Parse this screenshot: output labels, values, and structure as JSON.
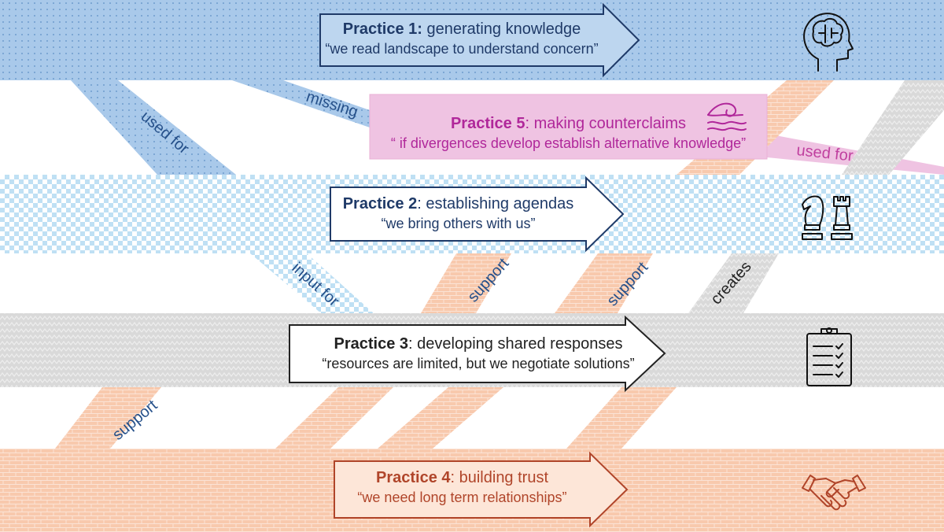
{
  "practices": [
    {
      "id": "p1",
      "title_bold": "Practice 1:",
      "title_rest": " generating knowledge",
      "quote": "“we read landscape to understand concern”",
      "icon": "brain-head-icon",
      "color": "#1f3a68"
    },
    {
      "id": "p2",
      "title_bold": "Practice 2",
      "title_rest": ": establishing agendas",
      "quote": "“we bring others with us”",
      "icon": "chess-pieces-icon",
      "color": "#1f3a68"
    },
    {
      "id": "p3",
      "title_bold": "Practice 3",
      "title_rest": ": developing shared responses",
      "quote": "“resources are limited, but we negotiate solutions”",
      "icon": "clipboard-checklist-icon",
      "color": "#222222"
    },
    {
      "id": "p4",
      "title_bold": "Practice 4",
      "title_rest": ": building trust",
      "quote": "“we need long term relationships”",
      "icon": "handshake-icon",
      "color": "#b0452a"
    },
    {
      "id": "p5",
      "title_bold": "Practice 5",
      "title_rest": ": making counterclaims",
      "quote": "“ if divergences develop establish alternative knowledge”",
      "icon": "wave-icon",
      "color": "#b0279a"
    }
  ],
  "connectors": {
    "used_for_1": "used for",
    "missing": "missing",
    "used_for_5": "used for",
    "input_for": "input for",
    "support_a": "support",
    "support_b": "support",
    "creates": "creates",
    "support_c": "support"
  },
  "colors": {
    "blue_band": "#a9c9ea",
    "checker": "#bfe0f4",
    "gray_band": "#d6d6d6",
    "orange_band": "#f8c9ad",
    "pink_box": "#efc3e2",
    "label_blue": "#25508a",
    "label_pink": "#c0409f"
  }
}
